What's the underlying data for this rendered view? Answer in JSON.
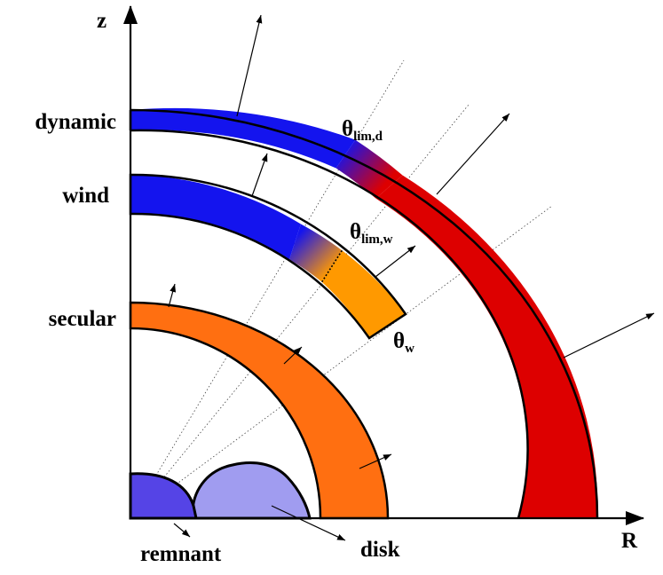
{
  "axes": {
    "z_label": "z",
    "r_label": "R"
  },
  "layers": {
    "dynamic": {
      "label": "dynamic",
      "inner_color": "#1414ee",
      "outer_color": "#dd0000"
    },
    "wind": {
      "label": "wind",
      "inner_color": "#1414ee",
      "outer_color": "#ff9900"
    },
    "secular": {
      "label": "secular",
      "color": "#ff6f11"
    }
  },
  "angles": {
    "lim_d": {
      "symbol": "θ",
      "sub": "lim,d"
    },
    "lim_w": {
      "symbol": "θ",
      "sub": "lim,w"
    },
    "w": {
      "symbol": "θ",
      "sub": "w"
    }
  },
  "core": {
    "remnant": {
      "label": "remnant",
      "color": "#5544e6"
    },
    "disk": {
      "label": "disk",
      "color": "#a09cf0"
    }
  }
}
